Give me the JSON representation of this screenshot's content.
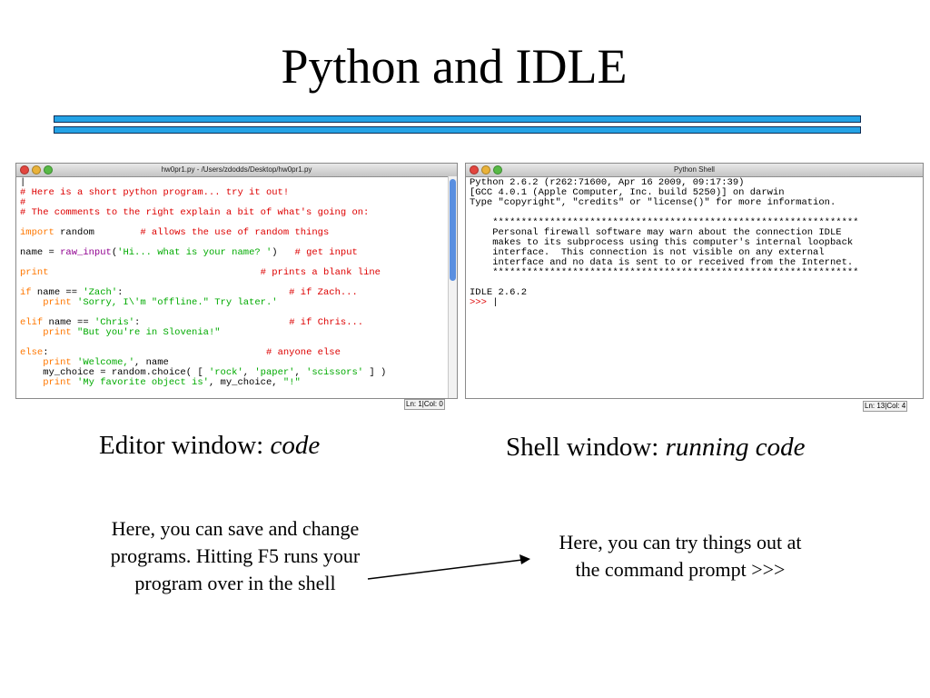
{
  "slide": {
    "title": "Python and IDLE",
    "editor_caption_prefix": "Editor window: ",
    "editor_caption_emph": "code",
    "shell_caption_prefix": "Shell window: ",
    "shell_caption_emph": "running code",
    "editor_desc_lines": [
      "Here, you can save and change",
      "programs. Hitting F5 runs your",
      "program over in the shell"
    ],
    "shell_desc_lines": [
      "Here, you can try things out at",
      "the command prompt   >>>"
    ]
  },
  "editor": {
    "title": "hw0pr1.py - /Users/zdodds/Desktop/hw0pr1.py",
    "status_ln": "Ln: 1",
    "status_col": "Col: 0",
    "code": {
      "l1": "# Here is a short python program... try it out!",
      "l2": "#",
      "l3": "# The comments to the right explain a bit of what's going on:",
      "import_kw": "import",
      "import_rest": " random        ",
      "import_cm": "# allows the use of random things",
      "name_a": "name = ",
      "name_fn": "raw_input",
      "name_b": "(",
      "name_str": "'Hi... what is your name? '",
      "name_c": ")   ",
      "name_cm": "# get input",
      "print_kw": "print",
      "print_pad": "                                     ",
      "print_cm": "# prints a blank line",
      "if_kw": "if",
      "if_a": " name == ",
      "if_str": "'Zach'",
      "if_b": ":                             ",
      "if_cm": "# if Zach...",
      "if_body_kw": "    print",
      "if_body_str": " 'Sorry, I\\'m \"offline.\" Try later.'",
      "elif_kw": "elif",
      "elif_a": " name == ",
      "elif_str": "'Chris'",
      "elif_b": ":                          ",
      "elif_cm": "# if Chris...",
      "elif_body_kw": "    print",
      "elif_body_str": " \"But you're in Slovenia!\"",
      "else_kw": "else",
      "else_a": ":                                      ",
      "else_cm": "# anyone else",
      "else_p1_kw": "    print",
      "else_p1_str": " 'Welcome,'",
      "else_p1_rest": ", name",
      "choice_a": "    my_choice = random.choice( [ ",
      "choice_s1": "'rock'",
      "choice_c1": ", ",
      "choice_s2": "'paper'",
      "choice_c2": ", ",
      "choice_s3": "'scissors'",
      "choice_b": " ] )",
      "last_kw": "    print",
      "last_s1": " 'My favorite object is'",
      "last_mid": ", my_choice, ",
      "last_s2": "\"!\""
    }
  },
  "shell": {
    "title": "Python Shell",
    "status_ln": "Ln: 13",
    "status_col": "Col: 4",
    "lines": {
      "l1": "Python 2.6.2 (r262:71600, Apr 16 2009, 09:17:39)",
      "l2": "[GCC 4.0.1 (Apple Computer, Inc. build 5250)] on darwin",
      "l3": "Type \"copyright\", \"credits\" or \"license()\" for more information.",
      "b1": "    ****************************************************************",
      "b2": "    Personal firewall software may warn about the connection IDLE",
      "b3": "    makes to its subprocess using this computer's internal loopback",
      "b4": "    interface.  This connection is not visible on any external",
      "b5": "    interface and no data is sent to or received from the Internet.",
      "b6": "    ****************************************************************",
      "idle": "IDLE 2.6.2",
      "prompt": ">>> "
    }
  },
  "colors": {
    "keyword": "#ff7700",
    "comment": "#dd0000",
    "string": "#00aa00",
    "builtin": "#900090",
    "rule": "#24a3e6"
  }
}
